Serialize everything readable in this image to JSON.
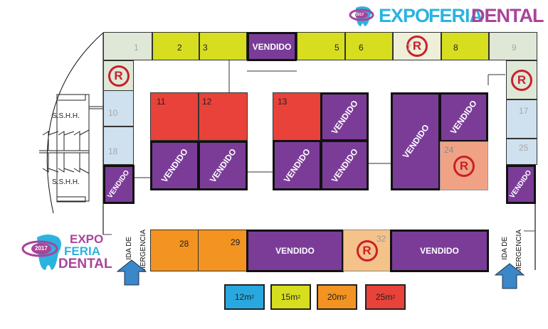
{
  "header_logo": {
    "year": "2017",
    "expo": "EXPO",
    "feria": "FERIA",
    "dental": "DENTAL"
  },
  "bottom_logo": {
    "year": "2017",
    "expo": "EXPO",
    "feria": "FERIA",
    "dental": "DENTAL"
  },
  "sold_label": "VENDIDO",
  "reserved_symbol": "R",
  "restrooms": [
    "S.S.H.H.",
    "S.S.H.H."
  ],
  "emergency_exit": {
    "line1": "IDA DE",
    "line2": "MERGENCIA"
  },
  "stalls": {
    "s1": "1",
    "s2": "2",
    "s3": "3",
    "s5": "5",
    "s6": "6",
    "s7": "7",
    "s8": "8",
    "s9": "9",
    "s10": "10",
    "s18": "18",
    "s17": "17",
    "s25": "25",
    "s11": "11",
    "s12": "12",
    "s13": "13",
    "s24": "24",
    "s28": "28",
    "s29": "29",
    "s32": "32"
  },
  "legend": [
    {
      "size": "12m",
      "color": "#29a8e0"
    },
    {
      "size": "15m",
      "color": "#d6de1f"
    },
    {
      "size": "20m",
      "color": "#f39321"
    },
    {
      "size": "25m",
      "color": "#e8423a"
    }
  ],
  "legend_unit_sup": "2",
  "colors": {
    "sold": "#7b3c98",
    "reserved": "#c8202c",
    "arrow": "#3a87c9",
    "logo_blue": "#2bb3e0",
    "logo_purple": "#a8449a"
  }
}
